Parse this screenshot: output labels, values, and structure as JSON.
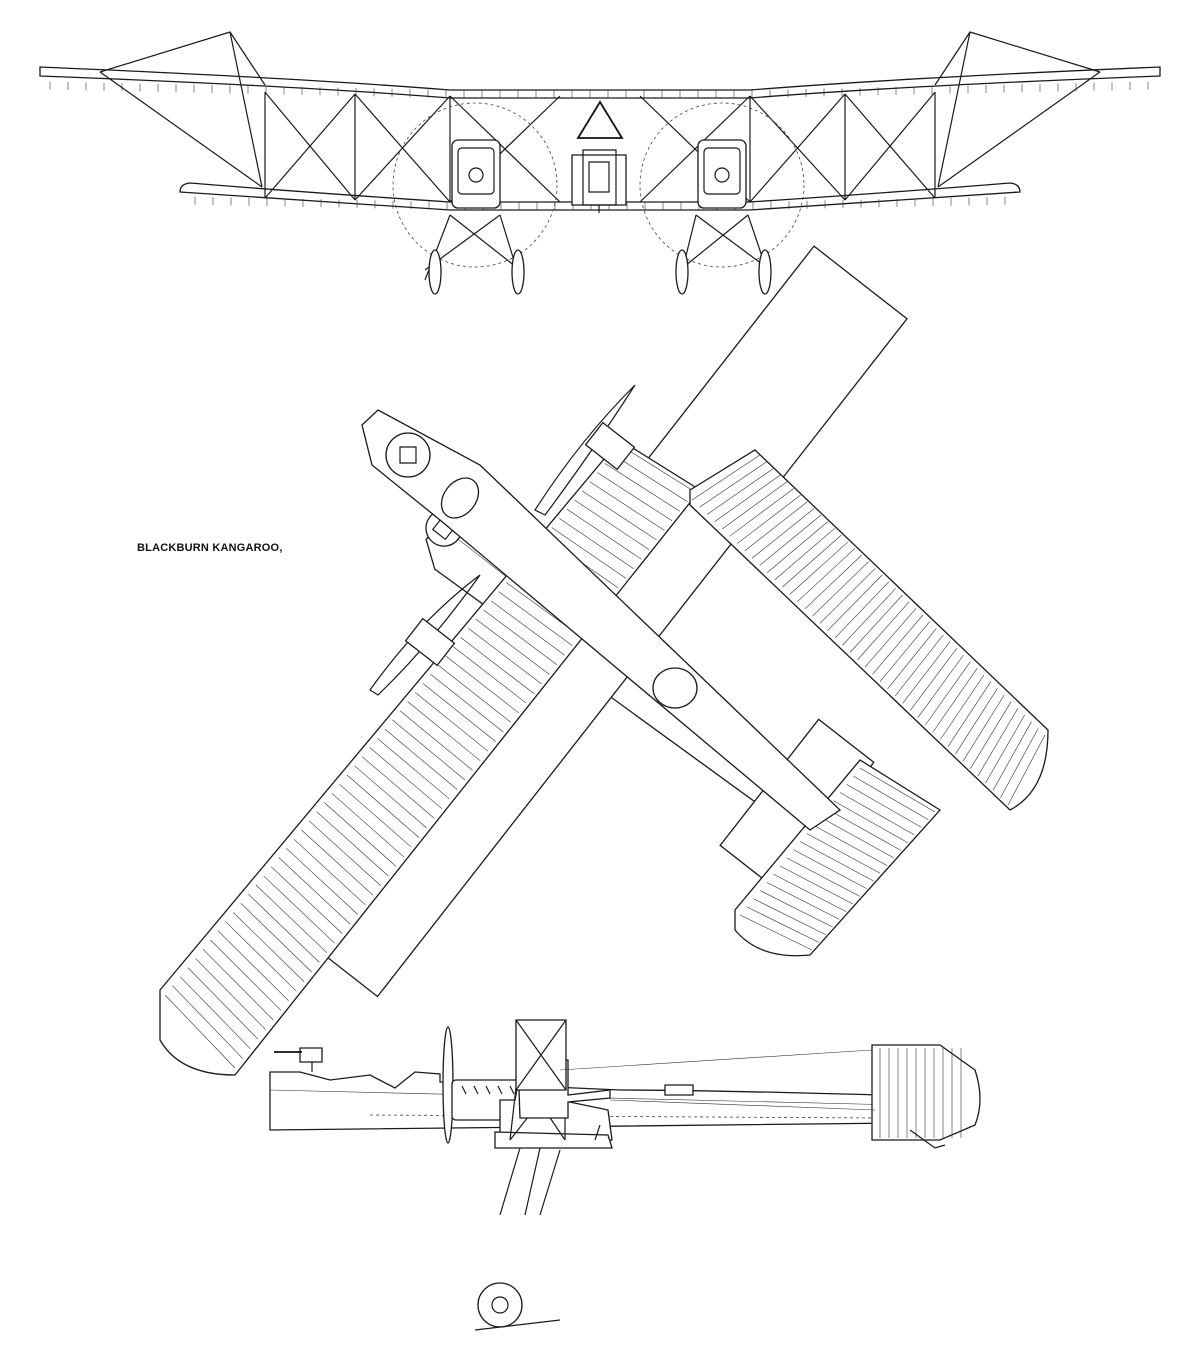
{
  "drawing": {
    "title": "BLACKBURN KANGAROO,",
    "views": [
      "front-view",
      "plan-view",
      "side-view"
    ]
  },
  "colors": {
    "ink": "#1a1a1a",
    "paper": "#ffffff"
  }
}
